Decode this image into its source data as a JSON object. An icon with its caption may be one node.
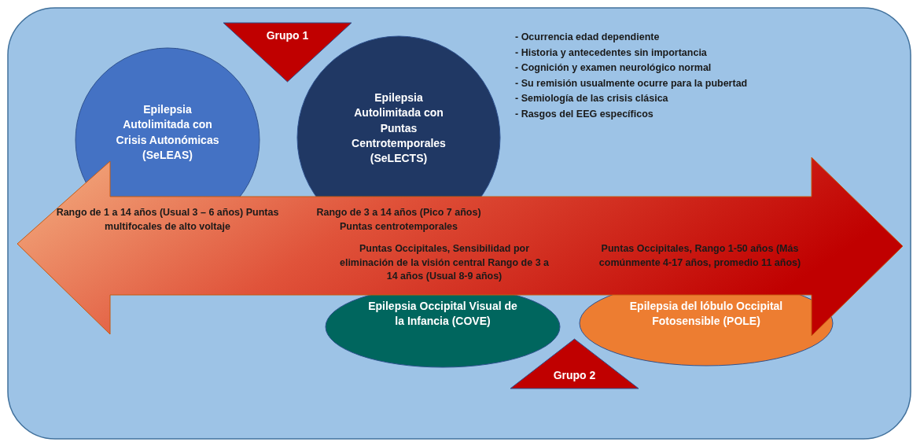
{
  "diagram": {
    "nodes": [
      {
        "text": [
          "Grupo 1"
        ]
      },
      {
        "text": [
          "Epilepsia Autolimitada con Crisis Autonómicas (SeLEAS)",
          "Rango de 1 a 14 años (Usual 3 – 6 años) Puntas multifocales de alto voltaje"
        ]
      },
      {
        "text": [
          "Epilepsia Autolimitada con Puntas Centrotemporales (SeLECTS)",
          "Rango de 3 a 14 años (Pico 7 años) Puntas centrotemporales"
        ]
      },
      {
        "text": [
          "Epilepsia Occipital Visual de la Infancia (COVE)"
        ],
        "beside": [
          "Puntas Occipitales, Sensibilidad por eliminación de la visión central Rango de 3 a 14 años (Usual 8-9 años)"
        ]
      },
      {
        "text": [
          "Epilepsia del lóbulo Occipital Fotosensible (POLE)"
        ],
        "beside": [
          "Puntas Occipitales, Rango 1-50 años (Más comúnmente 4-17 años, promedio 11 años)"
        ]
      },
      {
        "text": [
          "Grupo 2"
        ]
      }
    ],
    "edges": [],
    "labels": [
      "- Ocurrencia edad dependiente",
      "- Historia y antecedentes sin importancia",
      "- Cognición y examen neurológico normal",
      "- Su remisión usualmente ocurre para la pubertad",
      "- Semiología de las crisis clásica",
      "- Rasgos del EEG específicos"
    ]
  }
}
